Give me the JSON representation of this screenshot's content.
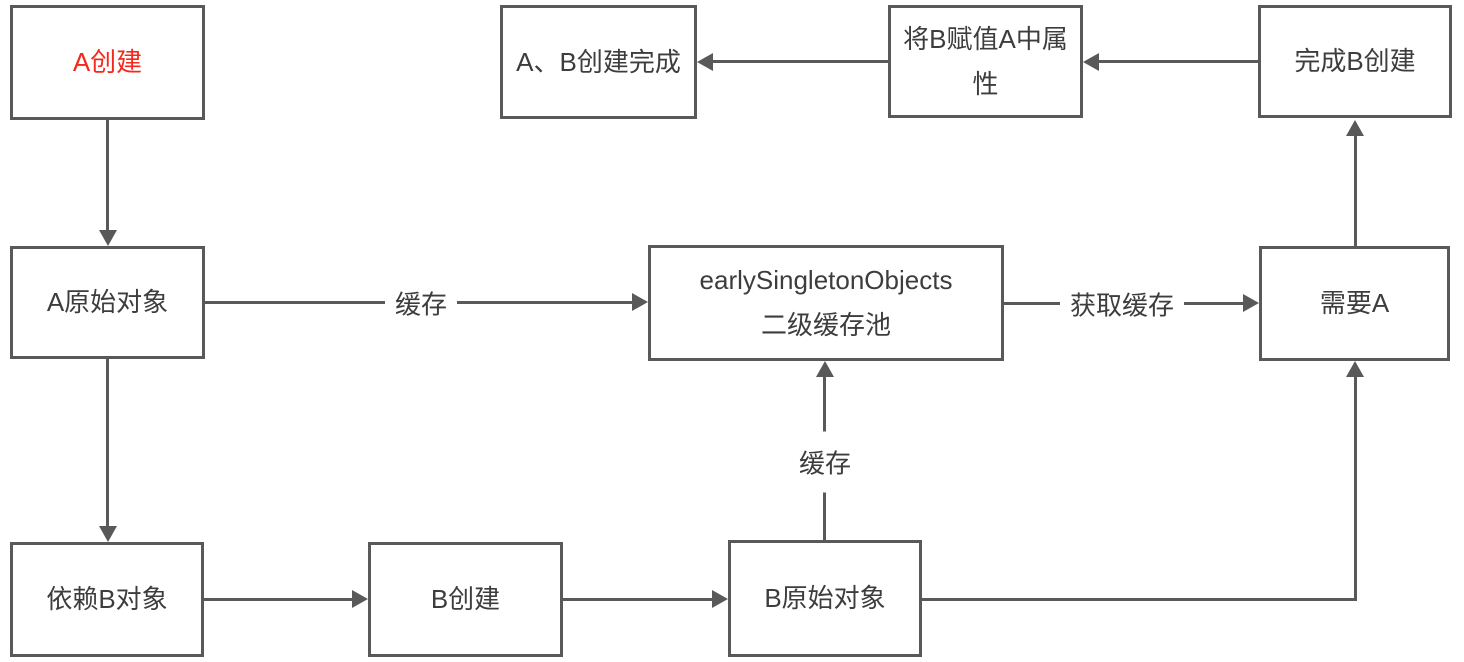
{
  "colors": {
    "red": "#f4281c",
    "line": "#595959",
    "text": "#3d3d3d",
    "bg": "#ffffff"
  },
  "nodes": {
    "a_create": {
      "label": "A创建"
    },
    "ab_done": {
      "label": "A、B创建完成"
    },
    "assign_b": {
      "label": "将B赋值A中属性"
    },
    "finish_b": {
      "label": "完成B创建"
    },
    "a_raw": {
      "label": "A原始对象"
    },
    "early_cache": {
      "line1": "earlySingletonObjects",
      "line2": "二级缓存池"
    },
    "need_a": {
      "label": "需要A"
    },
    "depend_b": {
      "label": "依赖B对象"
    },
    "b_create": {
      "label": "B创建"
    },
    "b_raw": {
      "label": "B原始对象"
    }
  },
  "edge_labels": {
    "cache_a": "缓存",
    "get_cache": "获取缓存",
    "cache_b": "缓存"
  }
}
